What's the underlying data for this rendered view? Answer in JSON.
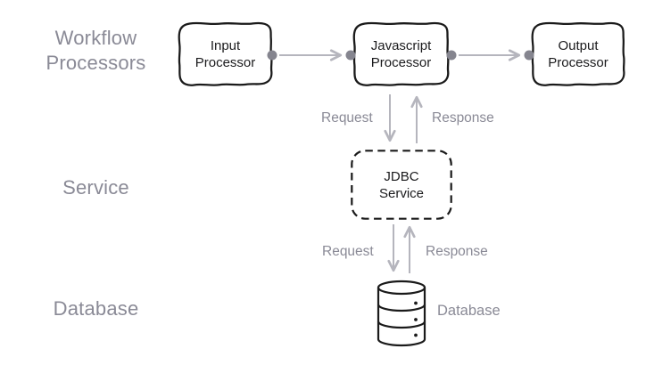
{
  "diagram": {
    "rows": {
      "workflow_processors": "Workflow\nProcessors",
      "service": "Service",
      "database": "Database"
    },
    "nodes": {
      "input_processor": "Input\nProcessor",
      "javascript_processor": "Javascript\nProcessor",
      "output_processor": "Output\nProcessor",
      "jdbc_service": "JDBC\nService"
    },
    "edge_labels": {
      "request_upper": "Request",
      "response_upper": "Response",
      "request_lower": "Request",
      "response_lower": "Response"
    },
    "database_label": "Database",
    "colors": {
      "ink": "#1a1a1a",
      "label_gray": "#8a8a96",
      "arrow_gray": "#b5b5bd",
      "dot_gray": "#85858f",
      "background": "#ffffff"
    }
  }
}
